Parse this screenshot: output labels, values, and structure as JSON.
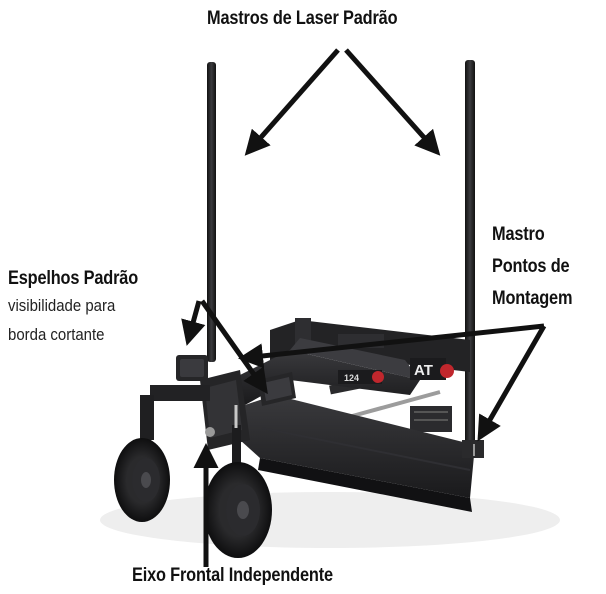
{
  "labels": {
    "laser_masts": "Mastros de Laser Padrão",
    "mast_mounts_line1": "Mastro",
    "mast_mounts_line2": "Pontos de",
    "mast_mounts_line3": "Montagem",
    "mirrors_title": "Espelhos Padrão",
    "mirrors_desc_line1": "visibilidade para",
    "mirrors_desc_line2": "borda cortante",
    "front_axle": "Eixo Frontal Independente"
  },
  "decals": {
    "brand_fragment": "AT",
    "model_fragment": "124"
  },
  "colors": {
    "text": "#111111",
    "arrow": "#111111",
    "machine_body": "#1f1f21",
    "machine_highlight": "#3a3a3d",
    "decal_red": "#c0272d",
    "tire": "#1a1a1a",
    "rim": "#2b2b2b"
  }
}
